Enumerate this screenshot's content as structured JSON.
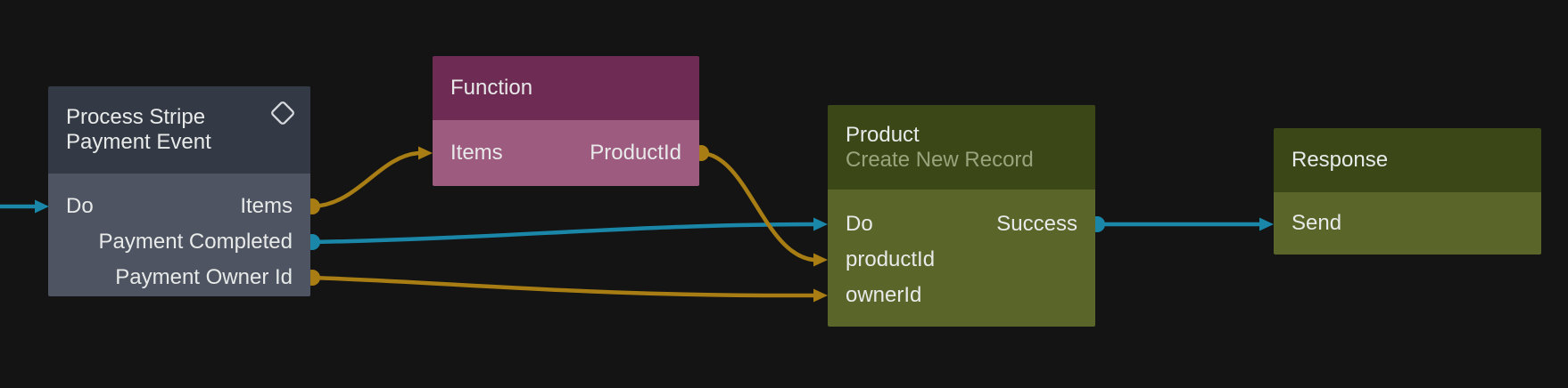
{
  "colors": {
    "background": "#141414",
    "wire_gold": "#a87e14",
    "wire_teal": "#1a87a8",
    "node_gray_header": "#343a45",
    "node_gray_body": "#4e5461",
    "node_magenta_header": "#6e2b54",
    "node_magenta_body": "#9d5b80",
    "node_green_header": "#3b4717",
    "node_green_body": "#5a6529",
    "text_primary": "#e8eae9",
    "text_subtitle": "#9aa37b"
  },
  "nodes": {
    "process_stripe": {
      "title": "Process Stripe\nPayment Event",
      "ports": {
        "do": "Do",
        "items": "Items",
        "payment_completed": "Payment Completed",
        "payment_owner_id": "Payment Owner Id"
      }
    },
    "function": {
      "title": "Function",
      "ports": {
        "items": "Items",
        "product_id": "ProductId"
      }
    },
    "product": {
      "title": "Product",
      "subtitle": "Create New Record",
      "ports": {
        "do": "Do",
        "success": "Success",
        "product_id": "productId",
        "owner_id": "ownerId"
      }
    },
    "response": {
      "title": "Response",
      "ports": {
        "send": "Send"
      }
    }
  }
}
